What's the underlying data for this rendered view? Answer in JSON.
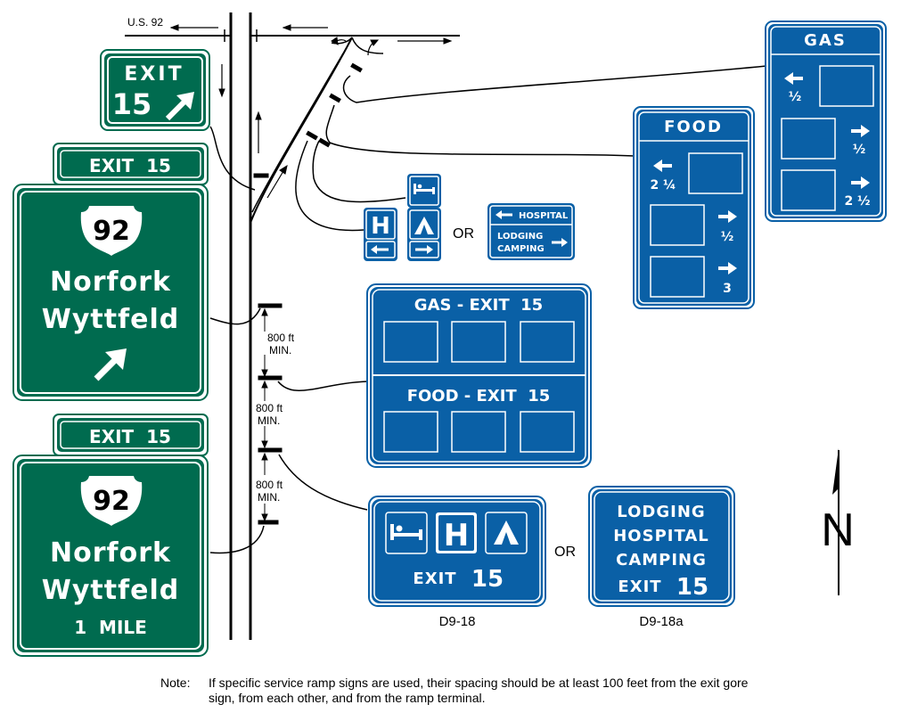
{
  "colors": {
    "green": "#006B4F",
    "blue": "#0A60A6",
    "white": "#FFFFFF",
    "black": "#000000"
  },
  "roadway": {
    "route_label": "U.S. 92"
  },
  "green_signs": {
    "exit_gore": {
      "line1": "EXIT",
      "line2": "15"
    },
    "exit_plaque_upper": "EXIT  15",
    "guide_upper": {
      "route": "92",
      "line1": "Norfork",
      "line2": "Wyttfeld"
    },
    "exit_plaque_lower": "EXIT  15",
    "guide_lower": {
      "route": "92",
      "line1": "Norfork",
      "line2": "Wyttfeld",
      "distance": "1  MILE"
    }
  },
  "spacing": [
    {
      "value": "800 ft",
      "unit": "MIN."
    },
    {
      "value": "800 ft",
      "unit": "MIN."
    },
    {
      "value": "800 ft",
      "unit": "MIN."
    }
  ],
  "ramp_signs": {
    "hospital_symbol": "H",
    "or_label": "OR",
    "word_sign": {
      "row1": "HOSPITAL",
      "row2_line1": "LODGING",
      "row2_line2": "CAMPING"
    }
  },
  "food_ramp_sign": {
    "title": "FOOD",
    "rows": [
      {
        "distance": "2 ¼",
        "direction": "left"
      },
      {
        "distance": "½",
        "direction": "right"
      },
      {
        "distance": "3",
        "direction": "right"
      }
    ]
  },
  "gas_ramp_sign": {
    "title": "GAS",
    "rows": [
      {
        "distance": "½",
        "direction": "left"
      },
      {
        "distance": "½",
        "direction": "right"
      },
      {
        "distance": "2 ½",
        "direction": "right"
      }
    ]
  },
  "logo_sign": {
    "gas_title": "GAS - EXIT  15",
    "food_title": "FOOD - EXIT  15"
  },
  "service_signs": {
    "d9_18": {
      "symbol_h": "H",
      "exit_text": "EXIT",
      "exit_number": "15",
      "code": "D9-18"
    },
    "or_label": "OR",
    "d9_18a": {
      "line1": "LODGING",
      "line2": "HOSPITAL",
      "line3": "CAMPING",
      "exit_text": "EXIT",
      "exit_number": "15",
      "code": "D9-18a"
    }
  },
  "north_label": "N",
  "note": {
    "label": "Note:",
    "text": "If specific service ramp signs are used, their spacing should be at least 100 feet from the exit gore sign, from each other, and from the ramp terminal."
  }
}
